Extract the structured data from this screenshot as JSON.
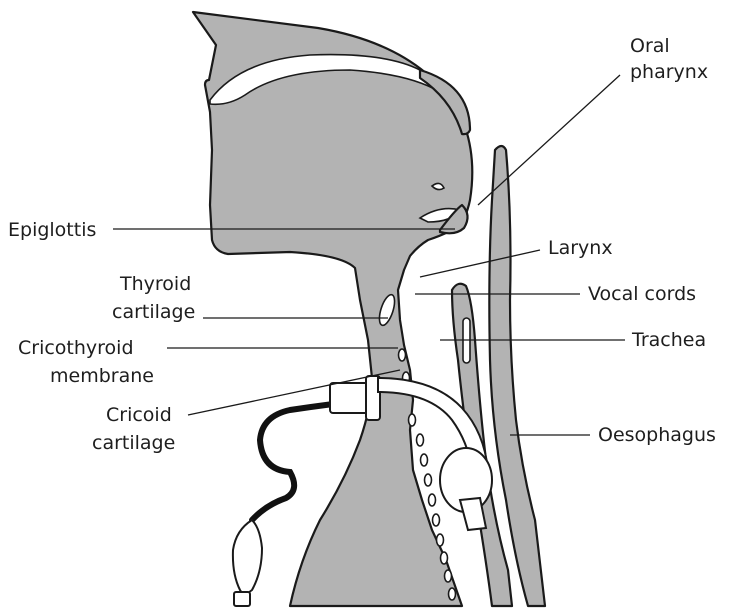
{
  "labels": {
    "oral_pharynx_1": "Oral",
    "oral_pharynx_2": "pharynx",
    "epiglottis": "Epiglottis",
    "larynx": "Larynx",
    "thyroid_1": "Thyroid",
    "thyroid_2": "cartilage",
    "vocal_cords": "Vocal cords",
    "cricothyroid_1": "Cricothyroid",
    "cricothyroid_2": "membrane",
    "trachea": "Trachea",
    "cricoid_1": "Cricoid",
    "cricoid_2": "cartilage",
    "oesophagus": "Oesophagus"
  },
  "colors": {
    "tissue": "#b3b3b3",
    "outline": "#1a1a1a",
    "background": "#ffffff"
  }
}
